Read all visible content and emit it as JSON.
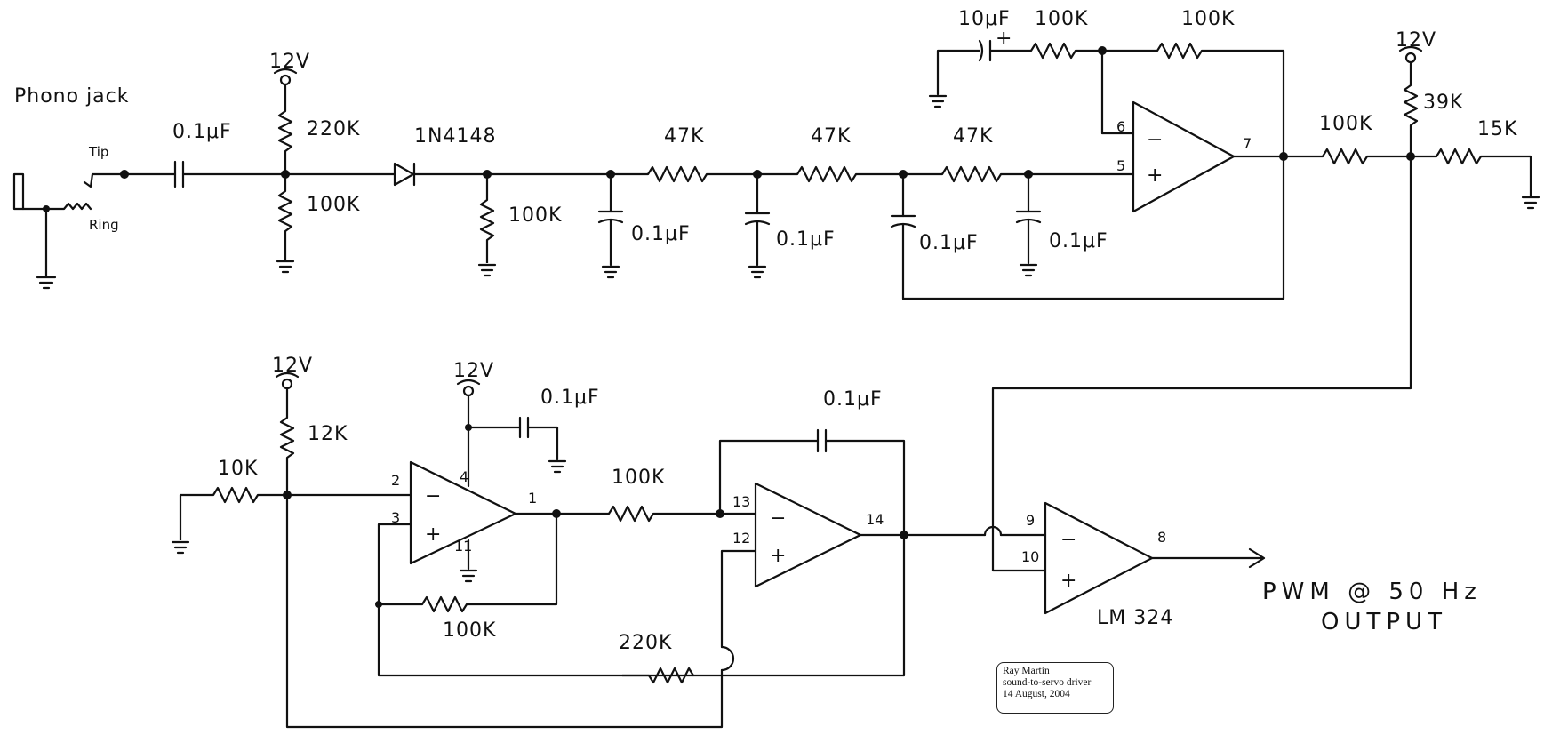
{
  "labels": {
    "phono_jack": "Phono jack",
    "tip": "Tip",
    "ring": "Ring",
    "c_in": "0.1μF",
    "supply_12v_a": "12V",
    "r_220k_bias": "220K",
    "r_100k_bias": "100K",
    "diode": "1N4148",
    "r_100k_load": "100K",
    "r_47k_1": "47K",
    "r_47k_2": "47K",
    "r_47k_3": "47K",
    "c_filt_1": "0.1μF",
    "c_filt_2": "0.1μF",
    "c_filt_3": "0.1μF",
    "c_filt_4": "0.1μF",
    "c_10uf": "10μF",
    "r_100k_fb_a": "100K",
    "r_100k_fb_b": "100K",
    "supply_12v_b": "12V",
    "r_39k": "39K",
    "r_100k_out": "100K",
    "r_15k": "15K",
    "supply_12v_c": "12V",
    "r_12k": "12K",
    "r_10k": "10K",
    "supply_12v_d": "12V",
    "c_decouple": "0.1μF",
    "r_100k_hyst": "100K",
    "r_100k_int": "100K",
    "c_int": "0.1μF",
    "r_220k_fb": "220K",
    "pwm_line1": "PWM @ 50 Hz",
    "pwm_line2": "OUTPUT",
    "ic_name": "LM 324"
  },
  "pins": {
    "u1_inv": "6",
    "u1_noninv": "5",
    "u1_out": "7",
    "u2_inv": "2",
    "u2_noninv": "3",
    "u2_out": "1",
    "u2_vcc": "4",
    "u2_gnd": "11",
    "u3_inv": "13",
    "u3_noninv": "12",
    "u3_out": "14",
    "u4_inv": "9",
    "u4_noninv": "10",
    "u4_out": "8"
  },
  "signs": {
    "minus": "−",
    "plus": "+",
    "cap_plus": "+"
  },
  "title_block": {
    "author": "Ray Martin",
    "project": "sound-to-servo driver",
    "date": "14 August, 2004"
  }
}
